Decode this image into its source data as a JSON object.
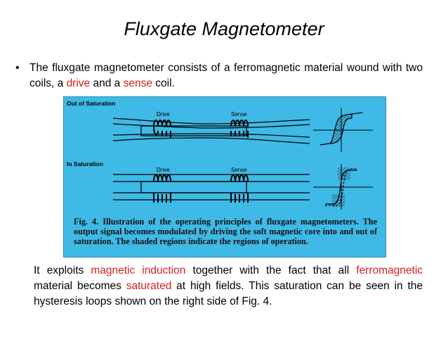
{
  "slide": {
    "title": "Fluxgate Magnetometer",
    "bullet": {
      "symbol": "•",
      "pre": "The fluxgate magnetometer consists of a ferromagnetic material wound with two coils, a ",
      "drive": "drive",
      "mid": " and a ",
      "sense": "sense",
      "post": " coil."
    },
    "figure": {
      "label_top": "Out of Saturation",
      "label_bottom": "In Saturation",
      "drive_label": "Drive",
      "sense_label": "Sense",
      "caption": "Fig. 4.   Illustration of the operating principles of fluxgate magnetometers. The output signal becomes modulated by driving the soft magnetic core into and out of saturation. The shaded regions indicate the regions of operation."
    },
    "bottom": {
      "p1": "It exploits ",
      "r1": "magnetic induction",
      "p2": " together with the fact that all ",
      "r2": "ferromagnetic",
      "p3": " material becomes ",
      "r3": "saturated",
      "p4": " at high fields. This saturation can be seen in the hysteresis loops shown on the right side of Fig. 4."
    },
    "colors": {
      "accent_red": "#d42020",
      "figure_bg": "#3fb9e6"
    }
  }
}
